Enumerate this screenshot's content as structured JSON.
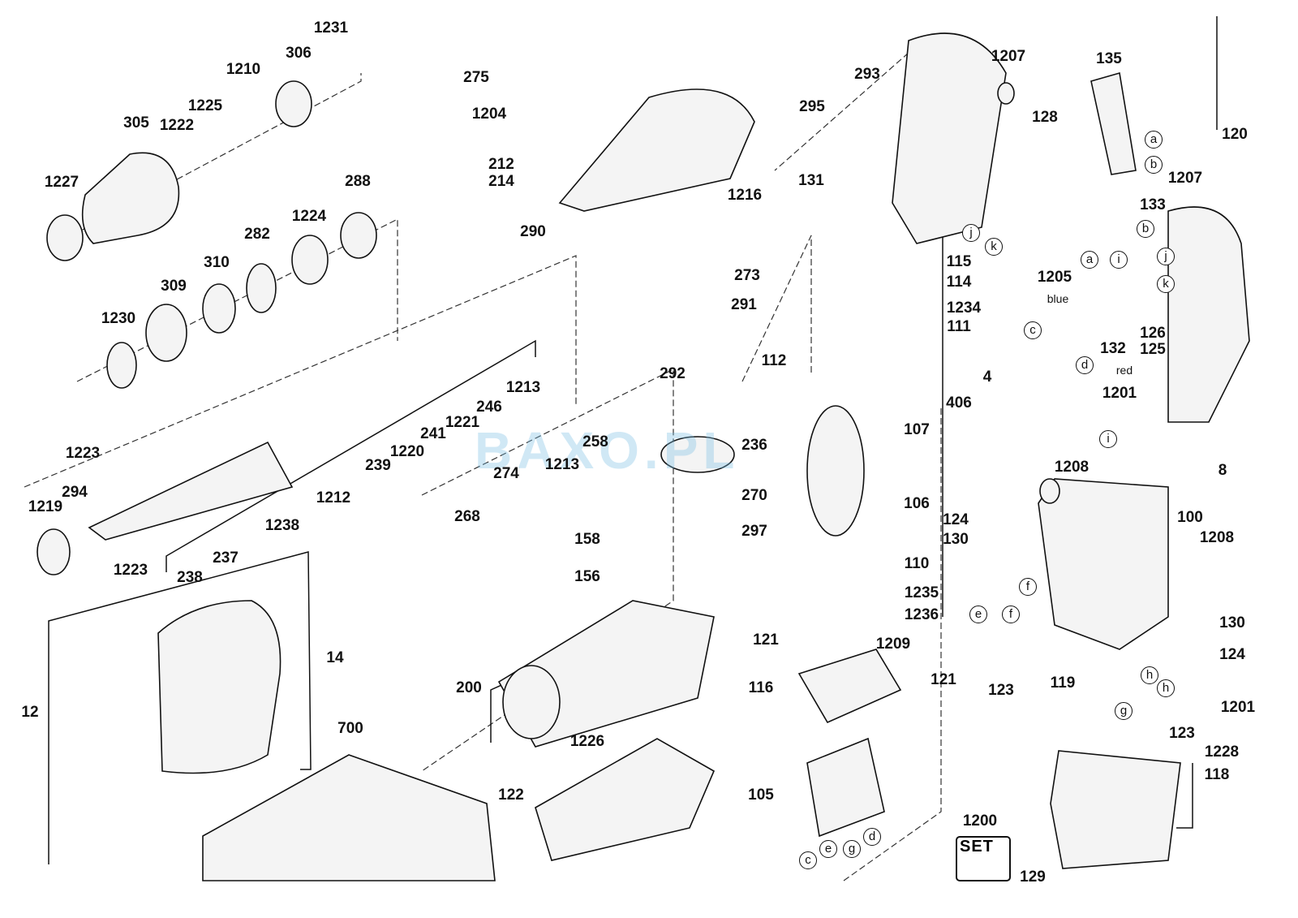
{
  "diagram": {
    "type": "exploded parts diagram",
    "watermark": "BAXO.PL",
    "set_badge": "SET",
    "wire_labels": {
      "blue": "blue",
      "red": "red"
    },
    "part_numbers": [
      "1231",
      "1210",
      "306",
      "1225",
      "305",
      "1222",
      "1227",
      "288",
      "1224",
      "282",
      "310",
      "309",
      "1230",
      "290",
      "1213",
      "246",
      "1221",
      "241",
      "1220",
      "239",
      "1212",
      "1238",
      "237",
      "238",
      "1223",
      "1223",
      "294",
      "1219",
      "14",
      "12",
      "700",
      "275",
      "1204",
      "212",
      "214",
      "1216",
      "273",
      "291",
      "292",
      "236",
      "258",
      "1213",
      "274",
      "270",
      "297",
      "268",
      "158",
      "156",
      "200",
      "1226",
      "122",
      "293",
      "295",
      "1207",
      "131",
      "135",
      "128",
      "120",
      "1207",
      "133",
      "115",
      "114",
      "1234",
      "111",
      "112",
      "1205",
      "126",
      "125",
      "132",
      "4",
      "406",
      "107",
      "106",
      "110",
      "1235",
      "1236",
      "1209",
      "121",
      "121",
      "116",
      "105",
      "1201",
      "8",
      "1208",
      "100",
      "1208",
      "124",
      "130",
      "130",
      "124",
      "1201",
      "119",
      "123",
      "123",
      "1228",
      "118",
      "1200",
      "129"
    ],
    "connector_letters": [
      "a",
      "b",
      "b",
      "a",
      "i",
      "j",
      "k",
      "j",
      "k",
      "c",
      "d",
      "i",
      "e",
      "f",
      "f",
      "h",
      "h",
      "g",
      "c",
      "e",
      "g",
      "d"
    ]
  }
}
